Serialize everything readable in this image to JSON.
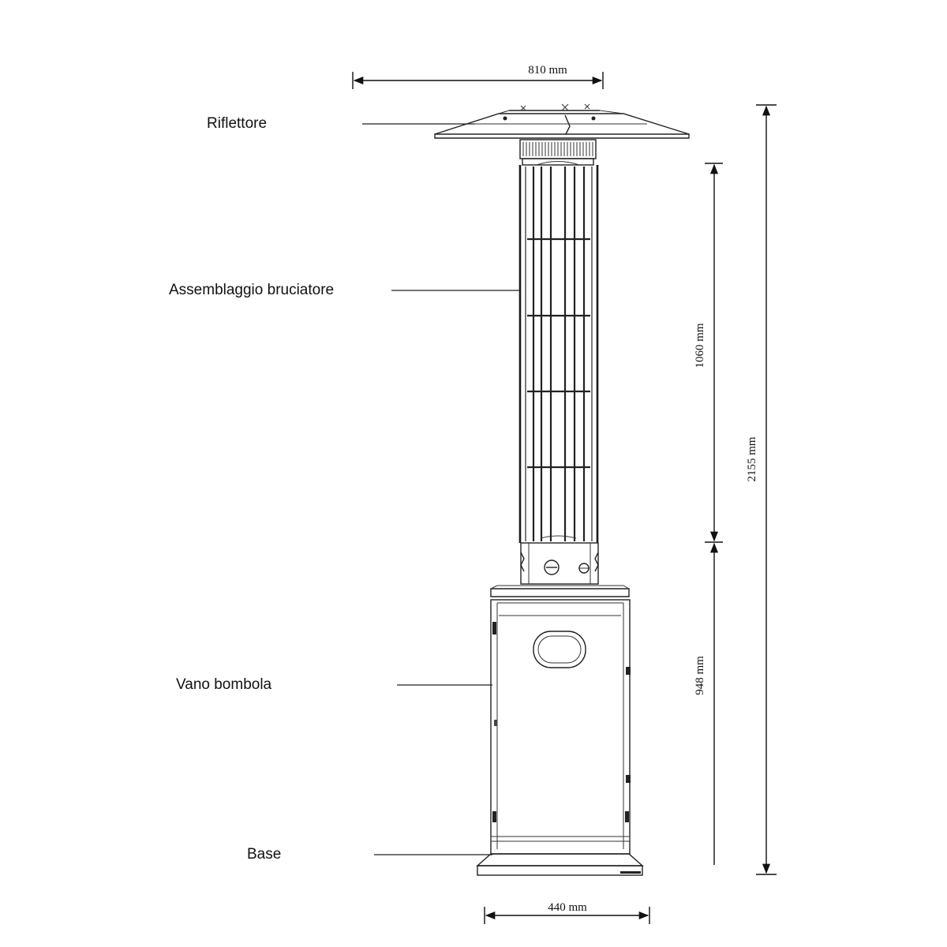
{
  "labels": {
    "reflector": "Riflettore",
    "burner_assembly": "Assemblaggio bruciatore",
    "tank_compartment": "Vano bombola",
    "base": "Base"
  },
  "dimensions": {
    "reflector_width": "810 mm",
    "burner_height": "1060 mm",
    "lower_height": "948 mm",
    "total_height": "2155 mm",
    "base_width": "440 mm"
  },
  "colors": {
    "line": "#222222",
    "background": "#ffffff"
  }
}
